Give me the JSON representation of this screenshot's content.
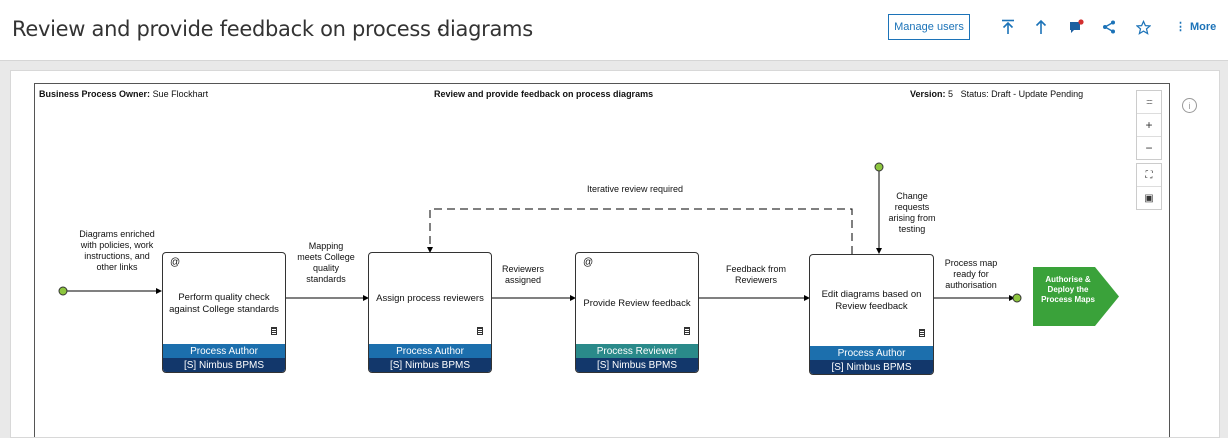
{
  "header": {
    "title": "Review and provide feedback on process diagrams",
    "title_caret": "-",
    "manage_users": "Manage users",
    "more": "More",
    "accent_color": "#1c73b8"
  },
  "diagram_header": {
    "owner_label": "Business Process Owner:",
    "owner_value": "Sue Flockhart",
    "center_title": "Review and provide feedback on process diagrams",
    "version_label": "Version:",
    "version_value": "5",
    "status": "Status: Draft - Update Pending"
  },
  "zoom": {
    "plus": "+",
    "minus": "−"
  },
  "activities": [
    {
      "at": "@",
      "text": "Perform quality check against College standards",
      "role": "Process Author",
      "role_color": "#1c6fad",
      "system": "[S] Nimbus BPMS"
    },
    {
      "at": "",
      "text": "Assign process reviewers",
      "role": "Process Author",
      "role_color": "#1c6fad",
      "system": "[S] Nimbus BPMS"
    },
    {
      "at": "@",
      "text": "Provide Review feedback",
      "role": "Process Reviewer",
      "role_color": "#2a8a8a",
      "system": "[S] Nimbus BPMS"
    },
    {
      "at": "",
      "text": "Edit diagrams based on Review feedback",
      "role": "Process Author",
      "role_color": "#1c6fad",
      "system": "[S] Nimbus BPMS"
    }
  ],
  "flow_labels": {
    "input": "Diagrams enriched with policies, work instructions, and other links",
    "l1": "Mapping meets College quality standards",
    "l2": "Reviewers assigned",
    "l3": "Feedback from Reviewers",
    "iterative": "Iterative review required",
    "change": "Change requests arising from testing",
    "output": "Process map ready for authorisation"
  },
  "end_node": {
    "text": "Authorise & Deploy the Process Maps",
    "color": "#3aa23a"
  },
  "colors": {
    "start_node": "#8dc63f",
    "system_bar": "#12376b"
  }
}
